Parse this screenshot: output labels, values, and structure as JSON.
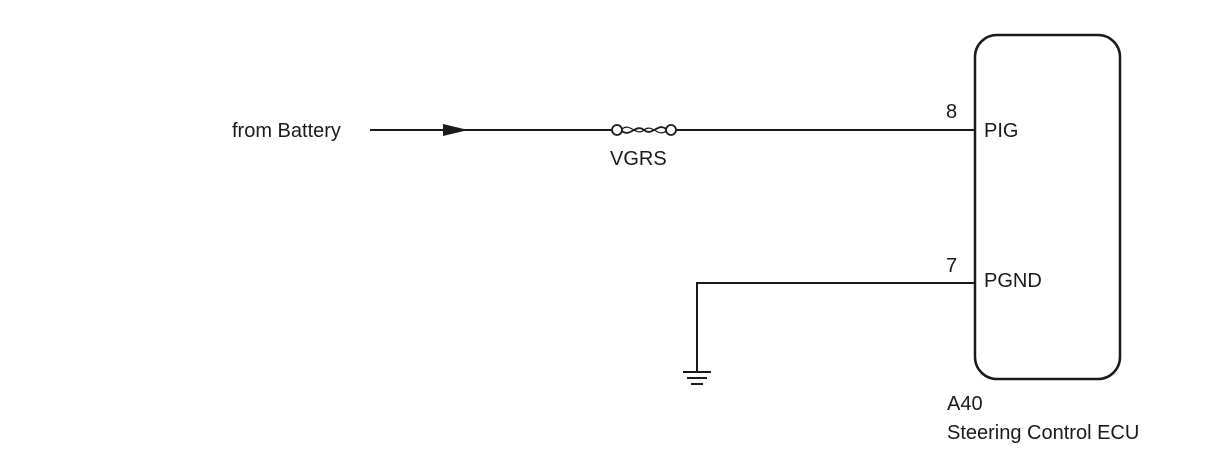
{
  "source_label": "from Battery",
  "fuse_label": "VGRS",
  "ecu": {
    "code": "A40",
    "name": "Steering Control ECU",
    "pins": [
      {
        "number": "8",
        "name": "PIG"
      },
      {
        "number": "7",
        "name": "PGND"
      }
    ]
  },
  "colors": {
    "line": "#1a1a1a",
    "background": "#ffffff"
  }
}
